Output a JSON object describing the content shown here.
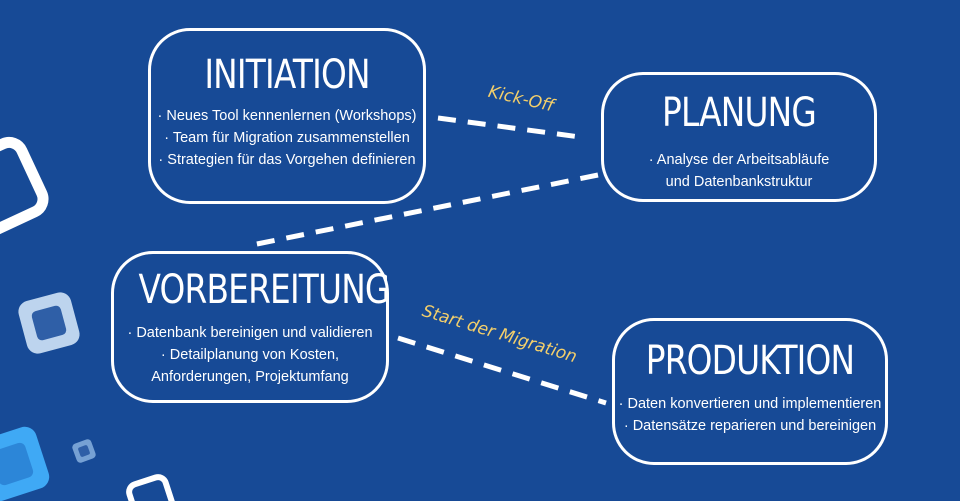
{
  "initiation": {
    "title": "INITIATION",
    "items": [
      "Neues Tool kennenlernen (Workshops)",
      "Team für Migration zusammenstellen",
      "Strategien für das Vorgehen definieren"
    ]
  },
  "planung": {
    "title": "PLANUNG",
    "items": [
      "Analyse der Arbeitsabläufe",
      "und Datenbankstruktur"
    ]
  },
  "vorbereitung": {
    "title": "VORBEREITUNG",
    "items": [
      "Datenbank bereinigen und validieren",
      "Detailplanung von Kosten,",
      "Anforderungen, Projektumfang"
    ]
  },
  "produktion": {
    "title": "PRODUKTION",
    "items": [
      "Daten konvertieren und implementieren",
      "Datensätze reparieren und bereinigen"
    ]
  },
  "connectors": {
    "kickoff_label": "Kick-Off",
    "migration_label": "Start der Migration"
  },
  "colors": {
    "background": "#174a96",
    "box_border": "#ffffff",
    "connector_label": "#f3cf6b",
    "deco_light": "#cfe3f7",
    "deco_cyan": "#3fa9f5"
  }
}
